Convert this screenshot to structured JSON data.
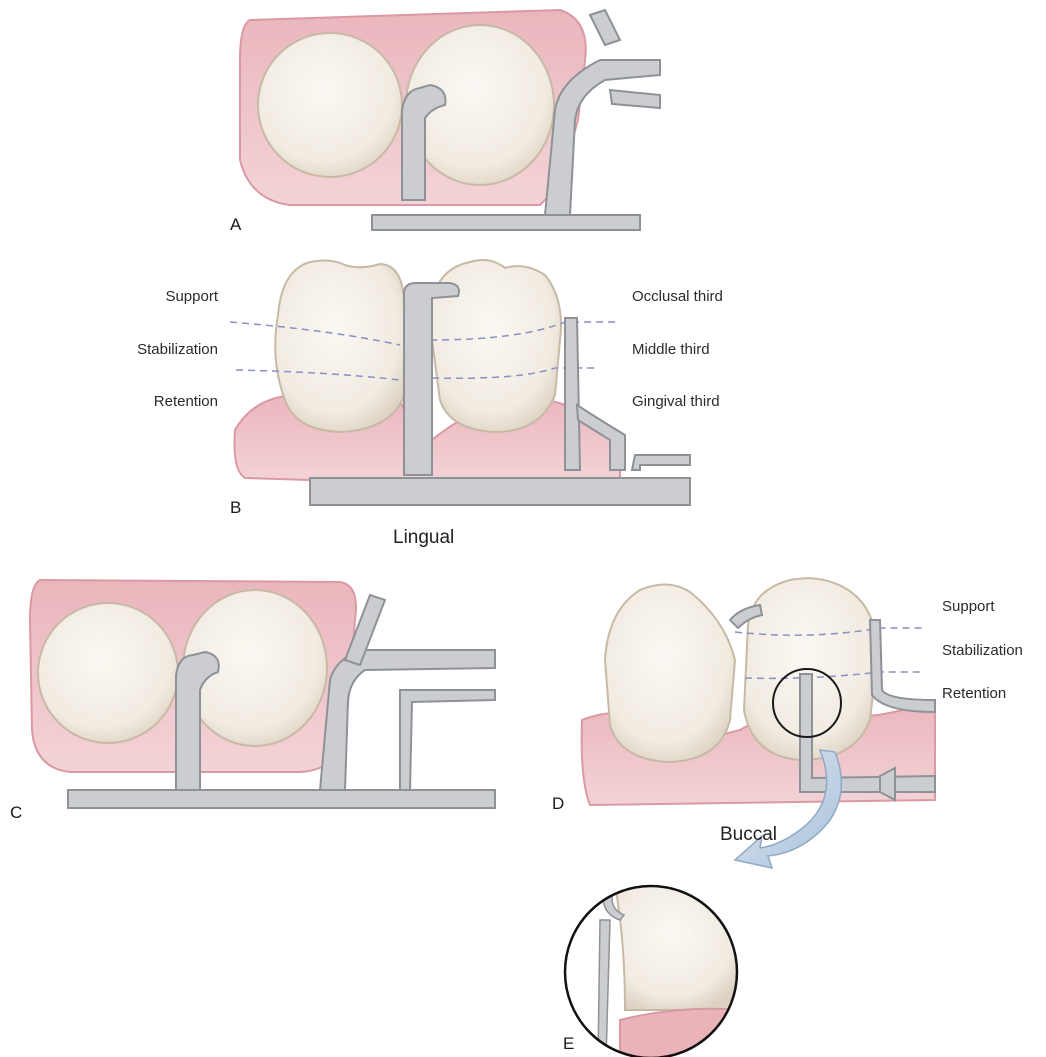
{
  "panels": {
    "a": {
      "letter": "A"
    },
    "b": {
      "letter": "B",
      "left_labels": [
        "Support",
        "Stabilization",
        "Retention"
      ],
      "right_labels": [
        "Occlusal third",
        "Middle third",
        "Gingival third"
      ],
      "caption": "Lingual"
    },
    "c": {
      "letter": "C"
    },
    "d": {
      "letter": "D",
      "right_labels": [
        "Support",
        "Stabilization",
        "Retention"
      ],
      "caption": "Buccal"
    },
    "e": {
      "letter": "E"
    }
  },
  "colors": {
    "gum": "#e9b8bd",
    "gum_dark": "#d69aa2",
    "tooth": "#f6f1ea",
    "tooth_shade": "#e6ddd0",
    "metal": "#c9cbce",
    "metal_dark": "#8f9398",
    "guide_line": "#8a8fc4",
    "arrow": "#b8cde3"
  }
}
